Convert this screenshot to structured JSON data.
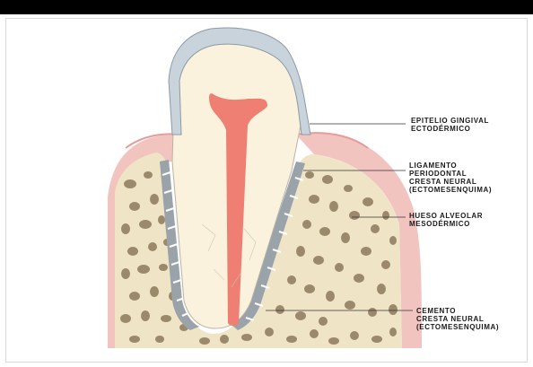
{
  "labels": [
    {
      "id": "epitelio",
      "lines": [
        "EPITELIO GINGIVAL",
        "ECTODÉRMICO"
      ]
    },
    {
      "id": "ligamento",
      "lines": [
        "LIGAMENTO",
        "PERIODONTAL",
        "CRESTA NEURAL",
        "(ECTOMESENQUIMA)"
      ]
    },
    {
      "id": "hueso",
      "lines": [
        "HUESO ALVEOLAR",
        "MESODÉRMICO"
      ]
    },
    {
      "id": "cemento",
      "lines": [
        "CEMENTO",
        "CRESTA NEURAL",
        "(ECTOMESENQUIMA)"
      ]
    }
  ],
  "colors": {
    "enamel": "#c9d3dc",
    "dentin": "#faf2dc",
    "pulp": "#ef7f73",
    "gingiva": "#f2c4c0",
    "bone": "#efe4c6",
    "bone_pores": "#8c7a5c",
    "ligament": "#9aa3aa"
  }
}
